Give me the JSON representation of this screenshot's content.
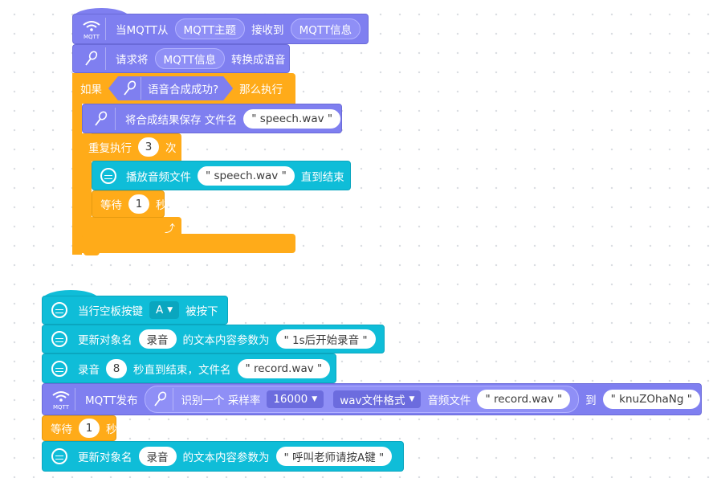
{
  "script1": {
    "hat": {
      "prefix": "当MQTT从",
      "topic_pill": "MQTT主题",
      "middle": "接收到",
      "msg_pill": "MQTT信息",
      "icon_label": "MQTT"
    },
    "tts": {
      "prefix": "请求将",
      "pill": "MQTT信息",
      "suffix": "转换成语音"
    },
    "if_block": {
      "prefix": "如果",
      "condition": "语音合成成功?",
      "suffix": "那么执行"
    },
    "save": {
      "label": "将合成结果保存 文件名",
      "filename": "\" speech.wav \""
    },
    "repeat": {
      "prefix": "重复执行",
      "count": "3",
      "suffix": "次"
    },
    "play": {
      "label": "播放音频文件",
      "filename": "\" speech.wav \"",
      "suffix": "直到结束"
    },
    "wait": {
      "prefix": "等待",
      "value": "1",
      "suffix": "秒"
    },
    "loop_arrow": "⤴"
  },
  "script2": {
    "hat": {
      "prefix": "当行空板按键",
      "key": "A",
      "suffix": "被按下"
    },
    "update1": {
      "prefix": "更新对象名",
      "obj": "录音",
      "middle": "的文本内容参数为",
      "value": "\" 1s后开始录音 \""
    },
    "record": {
      "prefix": "录音",
      "seconds": "8",
      "middle": "秒直到结束，文件名",
      "filename": "\" record.wav \""
    },
    "mqtt_pub": {
      "prefix": "MQTT发布",
      "label": "识别一个 采样率",
      "rate": "16000",
      "format": "wav文件格式",
      "middle": "音频文件",
      "filename": "\" record.wav \"",
      "to": "到",
      "topic": "\" knuZOhaNg \"",
      "icon_label": "MQTT"
    },
    "wait": {
      "prefix": "等待",
      "value": "1",
      "suffix": "秒"
    },
    "update2": {
      "prefix": "更新对象名",
      "obj": "录音",
      "middle": "的文本内容参数为",
      "value": "\" 呼叫老师请按A键 \""
    }
  },
  "colors": {
    "mqtt": "#7f7ff0",
    "control": "#ffab19",
    "unihiker": "#0fbdd8"
  }
}
